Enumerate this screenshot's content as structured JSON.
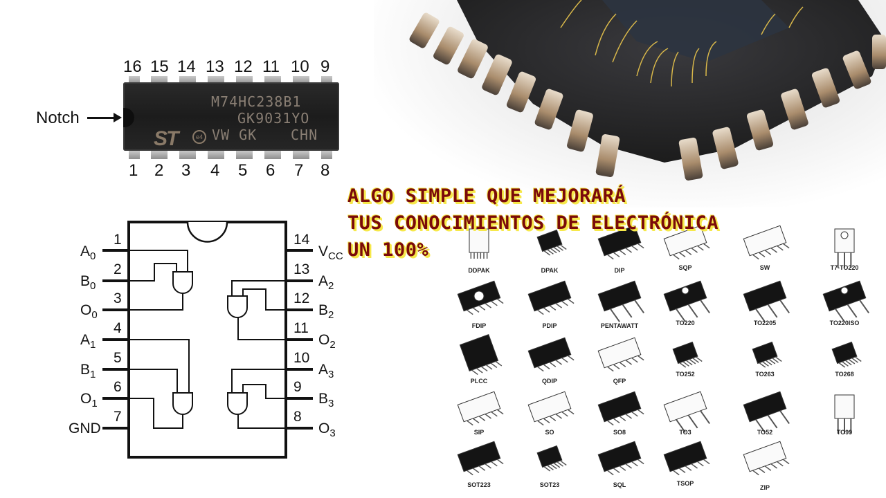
{
  "title": {
    "lines": [
      "ALGO SIMPLE QUE MEJORARÁ",
      "TUS CONOCIMIENTOS DE ELECTRÓNICA",
      "UN 100%"
    ],
    "text_color": "#7a0a0a",
    "highlight_color": "#f6e84a"
  },
  "dip16_photo": {
    "top_pins": [
      "16",
      "15",
      "14",
      "13",
      "12",
      "11",
      "10",
      "9"
    ],
    "bottom_pins": [
      "1",
      "2",
      "3",
      "4",
      "5",
      "6",
      "7",
      "8"
    ],
    "notch_label": "Notch",
    "marking_line1": "M74HC238B1",
    "marking_line2": "GK9031YO",
    "marking_line3_left": "VW GK",
    "marking_line3_right": "CHN",
    "logo_text": "ST",
    "e4_mark": "e4"
  },
  "schematic": {
    "left_pins": [
      {
        "num": "1",
        "name": "A",
        "sub": "0"
      },
      {
        "num": "2",
        "name": "B",
        "sub": "0"
      },
      {
        "num": "3",
        "name": "O",
        "sub": "0"
      },
      {
        "num": "4",
        "name": "A",
        "sub": "1"
      },
      {
        "num": "5",
        "name": "B",
        "sub": "1"
      },
      {
        "num": "6",
        "name": "O",
        "sub": "1"
      },
      {
        "num": "7",
        "name": "GND",
        "sub": ""
      }
    ],
    "right_pins": [
      {
        "num": "14",
        "name": "V",
        "sub": "CC"
      },
      {
        "num": "13",
        "name": "A",
        "sub": "2"
      },
      {
        "num": "12",
        "name": "B",
        "sub": "2"
      },
      {
        "num": "11",
        "name": "O",
        "sub": "2"
      },
      {
        "num": "10",
        "name": "A",
        "sub": "3"
      },
      {
        "num": "9",
        "name": "B",
        "sub": "3"
      },
      {
        "num": "8",
        "name": "O",
        "sub": "3"
      }
    ]
  },
  "packages": [
    {
      "label": "DDPAK",
      "icon": "ddpak-package-icon"
    },
    {
      "label": "DPAK",
      "icon": "dpak-package-icon"
    },
    {
      "label": "DIP",
      "icon": "dip-package-icon"
    },
    {
      "label": "SQP",
      "icon": "sqp-package-icon"
    },
    {
      "label": "SW",
      "icon": "sw-package-icon"
    },
    {
      "label": "T7-TO220",
      "icon": "t7-to220-package-icon"
    },
    {
      "label": "FDIP",
      "icon": "fdip-package-icon"
    },
    {
      "label": "PDIP",
      "icon": "pdip-package-icon"
    },
    {
      "label": "PENTAWATT",
      "icon": "pentawatt-package-icon"
    },
    {
      "label": "TO220",
      "icon": "to220-package-icon"
    },
    {
      "label": "TO2205",
      "icon": "to2205-package-icon"
    },
    {
      "label": "TO220ISO",
      "icon": "to220iso-package-icon"
    },
    {
      "label": "PLCC",
      "icon": "plcc-package-icon"
    },
    {
      "label": "QDIP",
      "icon": "qdip-package-icon"
    },
    {
      "label": "QFP",
      "icon": "qfp-package-icon"
    },
    {
      "label": "TO252",
      "icon": "to252-package-icon"
    },
    {
      "label": "TO263",
      "icon": "to263-package-icon"
    },
    {
      "label": "TO268",
      "icon": "to268-package-icon"
    },
    {
      "label": "SIP",
      "icon": "sip-package-icon"
    },
    {
      "label": "SO",
      "icon": "so-package-icon"
    },
    {
      "label": "SO8",
      "icon": "so8-package-icon"
    },
    {
      "label": "TO3",
      "icon": "to3-package-icon"
    },
    {
      "label": "TO52",
      "icon": "to52-package-icon"
    },
    {
      "label": "TO99",
      "icon": "to99-package-icon"
    },
    {
      "label": "SOT223",
      "icon": "sot223-package-icon"
    },
    {
      "label": "SOT23",
      "icon": "sot23-package-icon"
    },
    {
      "label": "SQL",
      "icon": "sql-package-icon"
    },
    {
      "label": "TSOP",
      "icon": "tsop-package-icon"
    },
    {
      "label": "ZIP",
      "icon": "zip-package-icon"
    }
  ]
}
